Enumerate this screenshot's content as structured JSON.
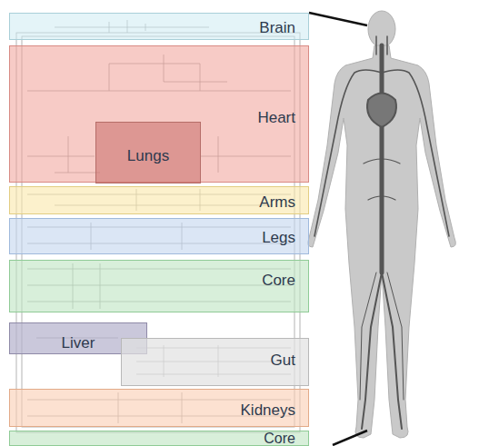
{
  "diagram": {
    "nodes": [
      {
        "text": [
          "Brain"
        ]
      },
      {
        "text": [
          "Heart"
        ]
      },
      {
        "text": [
          "Lungs"
        ],
        "in": 1
      },
      {
        "text": [
          "Arms"
        ]
      },
      {
        "text": [
          "Legs"
        ]
      },
      {
        "text": [
          "Core"
        ]
      },
      {
        "text": [
          "Liver"
        ]
      },
      {
        "text": [
          "Gut"
        ]
      },
      {
        "text": [
          "Kidneys"
        ]
      },
      {
        "text": [
          "Core"
        ]
      }
    ]
  }
}
